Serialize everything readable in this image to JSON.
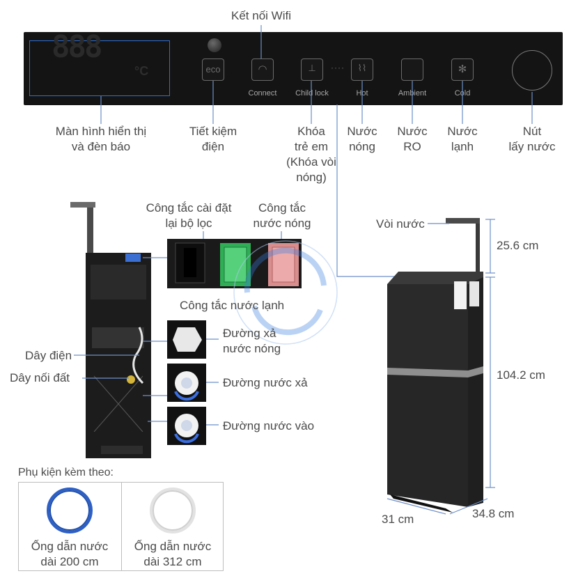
{
  "panel": {
    "display_digits": "888",
    "display_unit": "°C",
    "buttons": [
      {
        "caption": "Connect",
        "icon": "wifi-icon"
      },
      {
        "caption": "Child lock",
        "icon": "child-lock-icon"
      },
      {
        "caption": "Hot",
        "icon": "hot-water-icon"
      },
      {
        "caption": "Ambient",
        "icon": "ambient-water-icon"
      },
      {
        "caption": "Cold",
        "icon": "snowflake-icon"
      }
    ],
    "eco_icon": "eco-icon"
  },
  "callouts_top": {
    "wifi": "Kết nối Wifi",
    "display": [
      "Màn hình hiển thị",
      "và đèn báo"
    ],
    "eco": [
      "Tiết kiệm",
      "điện"
    ],
    "child_lock": [
      "Khóa",
      "trẻ em",
      "(Khóa vòi",
      "nóng)"
    ],
    "hot": [
      "Nước",
      "nóng"
    ],
    "ro": [
      "Nước",
      "RO"
    ],
    "cold": [
      "Nước",
      "lạnh"
    ],
    "dispense": [
      "Nút",
      "lấy nước"
    ]
  },
  "rear": {
    "filter_reset_switch": [
      "Công tắc cài đặt",
      "lại bộ lọc"
    ],
    "hot_switch": [
      "Công tắc",
      "nước nóng"
    ],
    "cold_switch": "Công tắc nước lạnh",
    "hot_drain": [
      "Đường xả",
      "nước nóng"
    ],
    "power_cord": "Dây điện",
    "ground_wire": "Dây nối đất",
    "drain_line": "Đường nước xả",
    "inlet_line": "Đường nước vào"
  },
  "front": {
    "faucet": "Vòi nước",
    "dim_faucet": "25.6 cm",
    "dim_height": "104.2 cm",
    "dim_width": "31 cm",
    "dim_depth": "34.8 cm"
  },
  "accessories": {
    "title": "Phụ kiện kèm theo:",
    "items": [
      {
        "label": [
          "Ống dẫn nước",
          "dài 200 cm"
        ],
        "color": "#2d5fc4"
      },
      {
        "label": [
          "Ống dẫn nước",
          "dài 312 cm"
        ],
        "color": "#e2e2e2"
      }
    ]
  },
  "colors": {
    "panel": "#141414",
    "display_outline": "#2f6fd1",
    "hot_switch": "#e59a9a",
    "cold_switch": "#2fae55",
    "body": "#2a2a2a"
  }
}
